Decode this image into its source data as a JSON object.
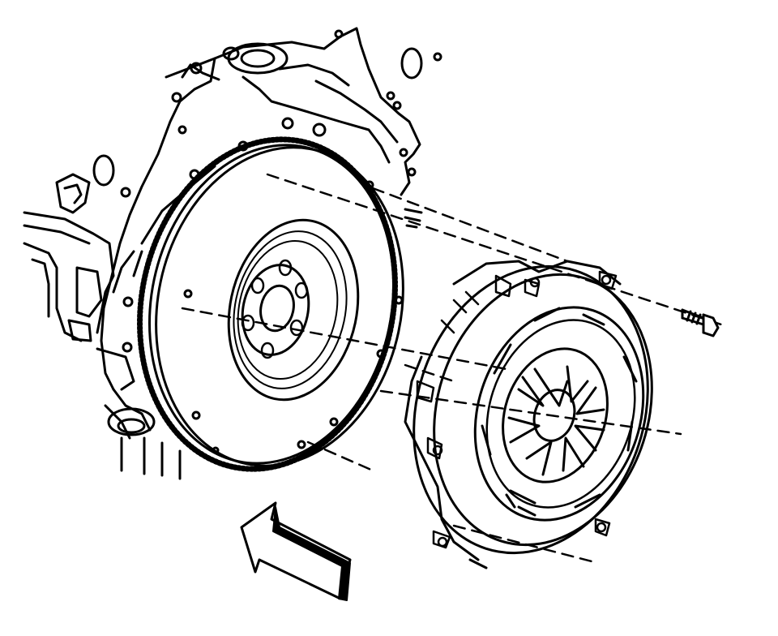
{
  "diagram": {
    "style": "black line-art exploded view",
    "colors": {
      "ink": "#000000",
      "paper": "#ffffff"
    },
    "components": [
      {
        "id": "engine-block",
        "kind": "engine block rear face"
      },
      {
        "id": "flywheel",
        "kind": "flywheel with ring gear"
      },
      {
        "id": "clutch-pressure-plate",
        "kind": "clutch pressure plate assembly"
      },
      {
        "id": "bolt",
        "kind": "pressure plate bolt"
      },
      {
        "id": "direction-arrow",
        "kind": "installation direction arrow"
      }
    ],
    "labels": []
  }
}
